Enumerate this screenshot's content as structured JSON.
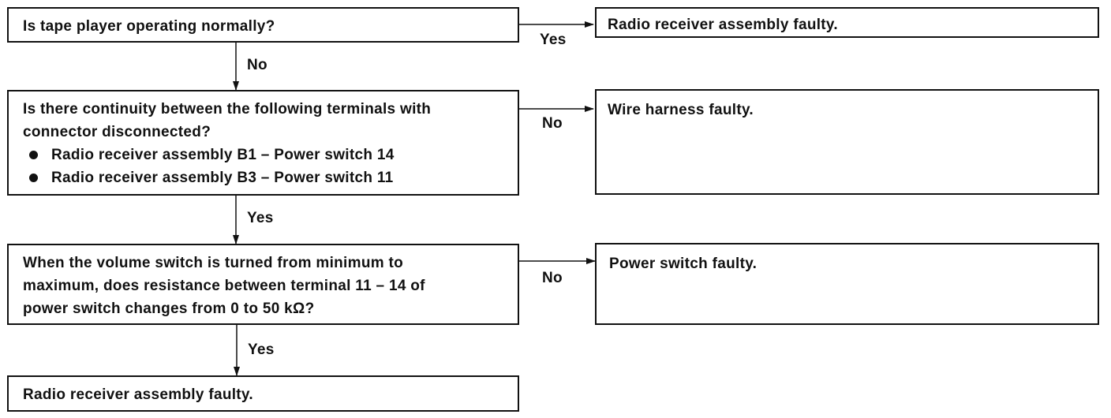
{
  "questions": [
    {
      "id": "q1",
      "text": "Is tape player operating normally?"
    },
    {
      "id": "q2",
      "lines": [
        "Is there continuity between the following terminals with",
        "connector disconnected?"
      ],
      "bullets": [
        "Radio receiver assembly B1 – Power switch 14",
        "Radio receiver assembly B3 – Power switch 11"
      ]
    },
    {
      "id": "q3",
      "lines": [
        "When the volume switch is turned from minimum to",
        "maximum, does resistance between terminal 11 – 14 of",
        "power switch changes from 0 to 50 kΩ?"
      ]
    }
  ],
  "results": {
    "r1": "Radio receiver assembly faulty.",
    "r2": "Wire harness faulty.",
    "r3": "Power switch faulty.",
    "r4": "Radio receiver assembly faulty."
  },
  "edges": {
    "q1_right": "Yes",
    "q1_down": "No",
    "q2_right": "No",
    "q2_down": "Yes",
    "q3_right": "No",
    "q3_down": "Yes"
  }
}
